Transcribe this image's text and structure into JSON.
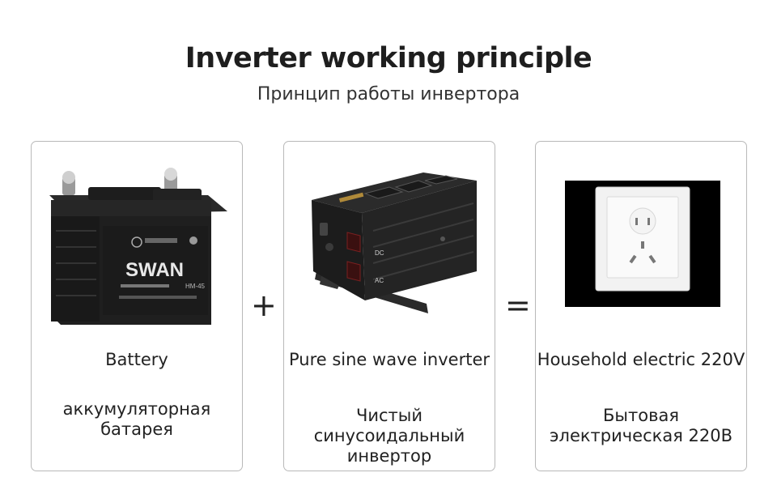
{
  "header": {
    "title": "Inverter working principle",
    "subtitle": "Принцип работы инвертора"
  },
  "cards": [
    {
      "en": "Battery",
      "ru": "аккумуляторная батарея",
      "brand": "SWAN",
      "model": "HM-45"
    },
    {
      "en": "Pure sine wave inverter",
      "ru": "Чистый синусоидальный инвертор",
      "dc_label": "DC",
      "ac_label": "AC"
    },
    {
      "en": "Household electric 220V",
      "ru": "Бытовая электрическая 220В"
    }
  ],
  "operators": {
    "plus": "+",
    "equals": "="
  }
}
